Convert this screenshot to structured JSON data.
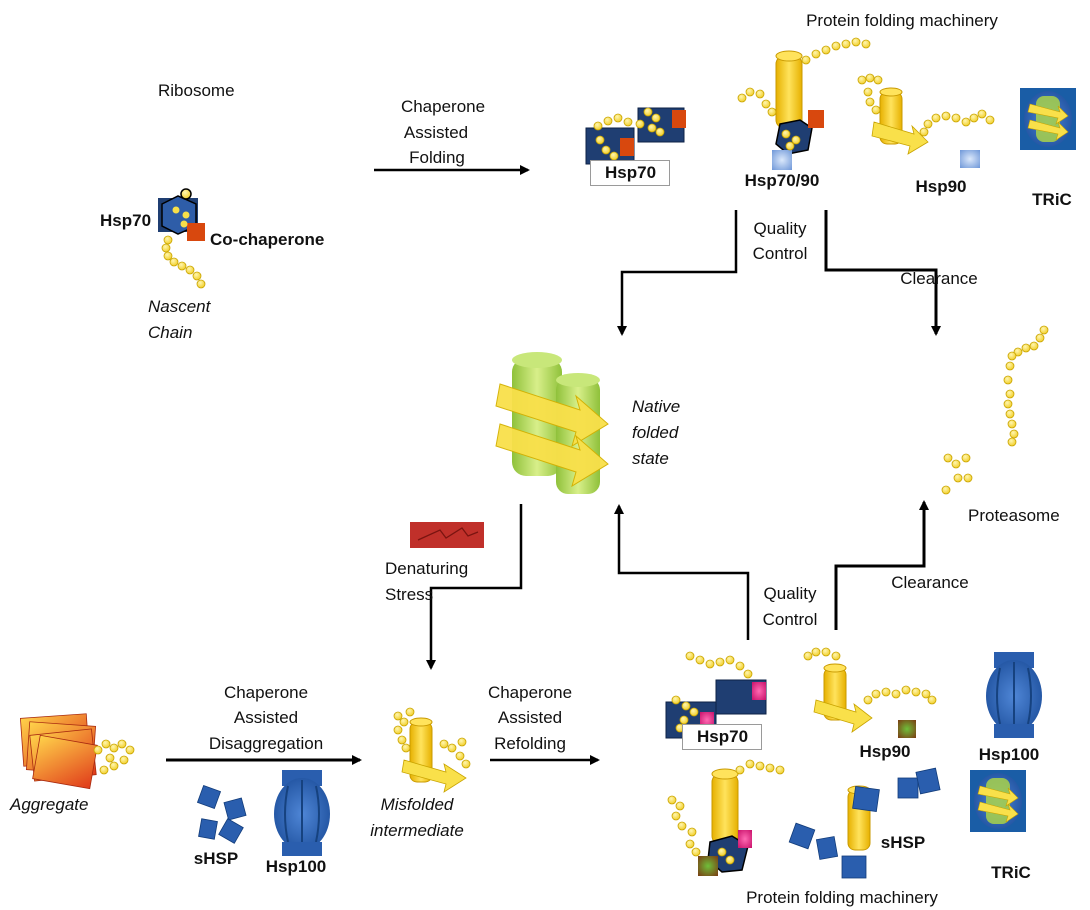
{
  "labels": {
    "ribosome": "Ribosome",
    "hsp70_ribosome": "Hsp70",
    "co_chaperone": "Co-chaperone",
    "nascent_chain_1": "Nascent",
    "nascent_chain_2": "Chain",
    "chaperone_folding": [
      "Chaperone",
      "Assisted",
      "Folding"
    ],
    "machinery_top": "Protein folding machinery",
    "hsp70_top": "Hsp70",
    "hsp70_90_top": "Hsp70/90",
    "hsp90_top": "Hsp90",
    "tric_top": "TRiC",
    "quality_control_top": [
      "Quality",
      "Control"
    ],
    "clearance_top": "Clearance",
    "native_state": [
      "Native",
      "folded",
      "state"
    ],
    "proteasome": "Proteasome",
    "denaturing_stress": [
      "Denaturing",
      "Stress"
    ],
    "quality_control_bottom": [
      "Quality",
      "Control"
    ],
    "clearance_bottom": "Clearance",
    "chaperone_disaggregation": [
      "Chaperone",
      "Assisted",
      "Disaggregation"
    ],
    "chaperone_refolding": [
      "Chaperone",
      "Assisted",
      "Refolding"
    ],
    "aggregate": "Aggregate",
    "shsp_left": "sHSP",
    "hsp100_left": "Hsp100",
    "misfolded": [
      "Misfolded",
      "intermediate"
    ],
    "hsp70_bottom": "Hsp70",
    "hsp90_bottom": "Hsp90",
    "hsp100_bottom": "Hsp100",
    "shsp_bottom": "sHSP",
    "tric_bottom": "TRiC",
    "machinery_bottom": "Protein folding machinery"
  },
  "colors": {
    "chain_bead": "#f7df4a",
    "chain_outline": "#c9a400",
    "hsp_navy": "#1f3e72",
    "hsp_blue": "#2e5da8",
    "cochaperone": "#d8480e",
    "magenta": "#e0157a",
    "helix_yellow": "#f5cc1c",
    "native_green": "#a9d24a",
    "stress_red": "#c0302a",
    "light_blue": "#8fb4e3",
    "arrow": "#000000"
  },
  "icons": {
    "aggregate": "aggregate-icon",
    "lightning": "denaturing-stress-icon",
    "native": "native-protein-icon",
    "tric": "tric-complex-icon",
    "hsp100": "hsp100-barrel-icon"
  }
}
